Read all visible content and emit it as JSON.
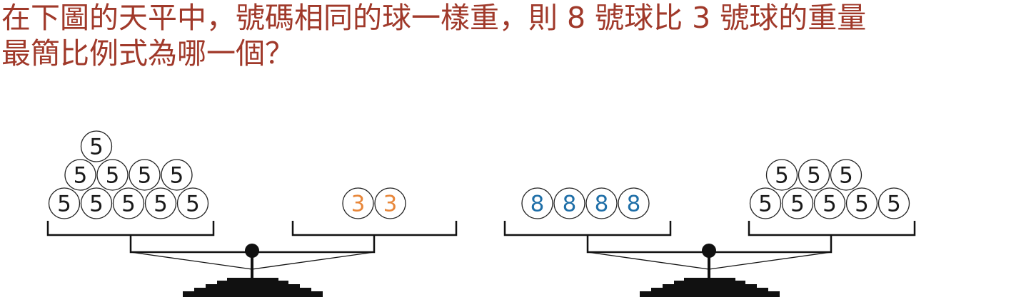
{
  "question": {
    "line1": "在下圖的天平中，號碼相同的球一樣重，則 8 號球比 3 號球的重量",
    "line2": "最簡比例式為哪一個？"
  },
  "colors": {
    "question_text": "#a0392a",
    "ball_outline": "#222222",
    "five_number": "#1a1a1a",
    "three_number": "#e8873a",
    "eight_number": "#1f6fa8",
    "scale": "#111111"
  },
  "scales": [
    {
      "name": "left-scale",
      "left_pan": {
        "ball_number": "5",
        "ball_count": 10
      },
      "right_pan": {
        "ball_number": "3",
        "ball_count": 2
      }
    },
    {
      "name": "right-scale",
      "left_pan": {
        "ball_number": "8",
        "ball_count": 4
      },
      "right_pan": {
        "ball_number": "5",
        "ball_count": 8
      }
    }
  ]
}
